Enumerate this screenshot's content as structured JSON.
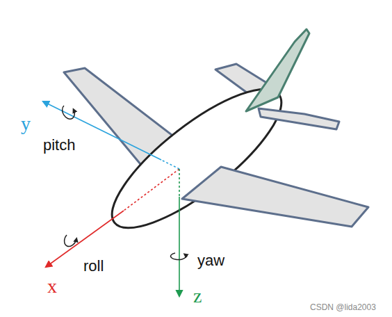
{
  "diagram": {
    "labels": [
      "y",
      "pitch",
      "x",
      "roll",
      "yaw",
      "z",
      "CSDN @lida2003"
    ]
  }
}
